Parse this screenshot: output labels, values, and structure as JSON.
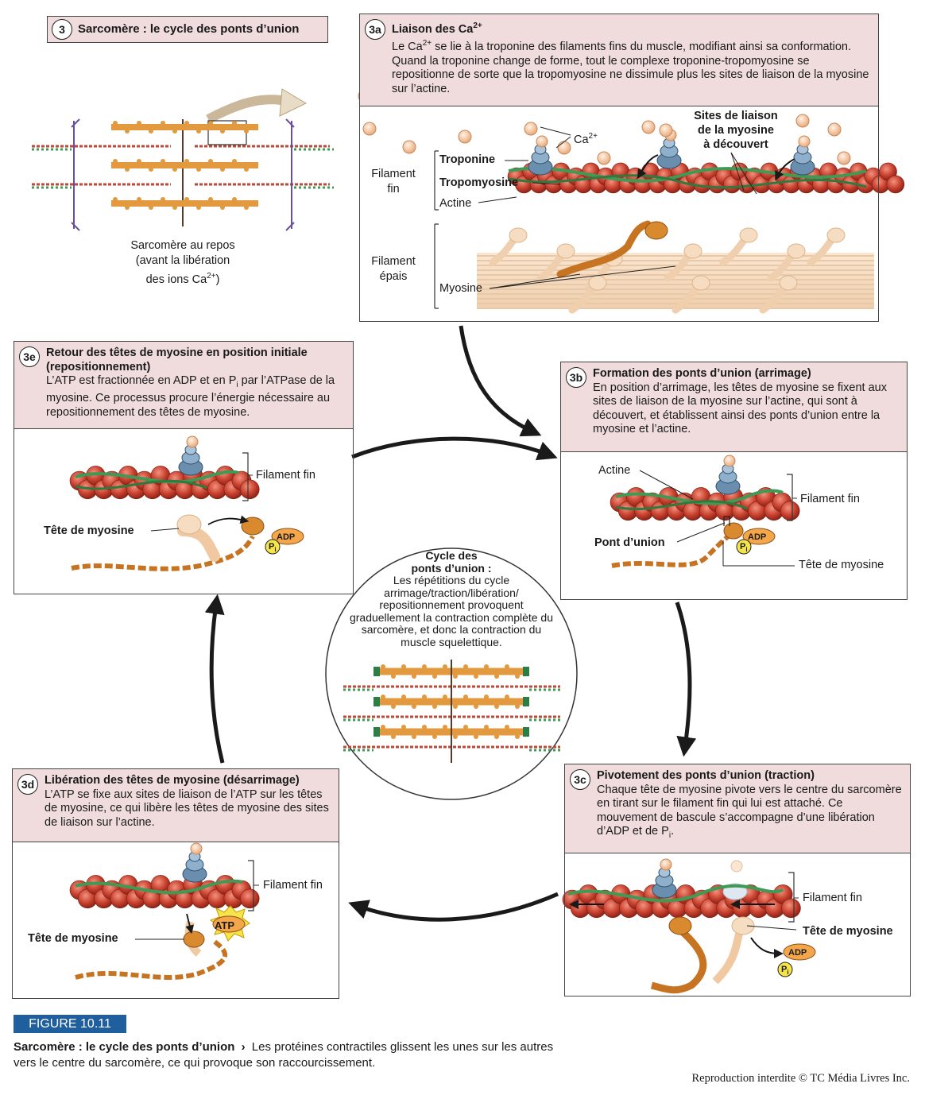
{
  "title_box": {
    "badge": "3",
    "title": "Sarcomère : le cycle des ponts d’union"
  },
  "rest": {
    "line1": "Sarcomère au repos",
    "line2": "(avant la libération",
    "line3_pre": "des ions Ca",
    "line3_sup": "2+",
    "line3_post": ")"
  },
  "p3a": {
    "badge": "3a",
    "title_pre": "Liaison des Ca",
    "title_sup": "2+",
    "text_pre": "Le Ca",
    "text_sup": "2+",
    "text_post": " se lie à la troponine des filaments fins du muscle, modifiant ainsi sa conformation. Quand la troponine change de forme, tout le complexe troponine-tropomyosine se repositionne de sorte que la tropomyosine ne dissimule plus les sites de liaison de la myosine sur l’actine.",
    "ca_label": "Ca",
    "ca_sup": "2+",
    "sites_1": "Sites de liaison",
    "sites_2": "de la myosine",
    "sites_3": "à découvert",
    "thin_1": "Filament",
    "thin_2": "fin",
    "troponine": "Troponine",
    "tropomyosine": "Tropomyosine",
    "actine": "Actine",
    "thick_1": "Filament",
    "thick_2": "épais",
    "myosine": "Myosine"
  },
  "p3b": {
    "badge": "3b",
    "title": "Formation des ponts d’union (arrimage)",
    "text": "En position d’arrimage, les têtes de myosine se fixent aux sites de liaison de la myosine sur l’actine, qui sont à découvert, et établissent ainsi des ponts d’union entre la myosine et l’actine.",
    "actine": "Actine",
    "filament_fin": "Filament fin",
    "pont": "Pont d’union",
    "tete": "Tête de myosine",
    "adp": "ADP",
    "pi": "P",
    "pi_sub": "i"
  },
  "p3c": {
    "badge": "3c",
    "title": "Pivotement des ponts d’union (traction)",
    "text_pre": "Chaque tête de myosine pivote vers le centre du sarcomère en tirant sur le filament fin qui lui est attaché. Ce mouvement de bascule s’accompagne d’une libération d’ADP et de P",
    "text_sub": "i",
    "text_end": ".",
    "filament_fin": "Filament fin",
    "tete": "Tête de myosine",
    "adp": "ADP",
    "pi": "P",
    "pi_sub": "i"
  },
  "p3d": {
    "badge": "3d",
    "title": "Libération des têtes de myosine (désarrimage)",
    "text": "L’ATP se fixe aux sites de liaison de l’ATP sur les têtes de myosine, ce qui libère les têtes de myosine des sites de liaison sur l’actine.",
    "filament_fin": "Filament fin",
    "tete": "Tête de myosine",
    "atp": "ATP"
  },
  "p3e": {
    "badge": "3e",
    "title": "Retour des têtes de myosine en position initiale (repositionnement)",
    "text_pre": "L’ATP est fractionnée en ADP et en P",
    "text_sub": "i",
    "text_post": " par l’ATPase de la myosine. Ce processus procure l’énergie nécessaire au repositionnement des têtes de myosine.",
    "filament_fin": "Filament fin",
    "tete": "Tête de myosine",
    "adp": "ADP",
    "pi": "P",
    "pi_sub": "i"
  },
  "cycle": {
    "title_1": "Cycle des",
    "title_2": "ponts d’union :",
    "text": "Les répétitions du cycle arrimage/traction/libération/ repositionnement provoquent graduellement la contraction complète du sarcomère, et donc la contraction du muscle squelettique."
  },
  "figure": {
    "number": "FIGURE 10.11",
    "caption_bold": "Sarcomère : le cycle des ponts d’union",
    "caption_arrow": "›",
    "caption_text": "Les protéines contractiles glissent les unes sur les autres vers le centre du sarcomère, ce qui provoque son raccourcissement.",
    "copyright": "Reproduction interdite © TC Média Livres Inc."
  },
  "colors": {
    "header": "#f0dcdc",
    "actin": "#c8402e",
    "myosin": "#d98a2e",
    "tropomyosin": "#3f9a55",
    "troponin": "#6a8fae",
    "calcium": "#f6cba6",
    "badge_figure": "#1f5f9e"
  }
}
